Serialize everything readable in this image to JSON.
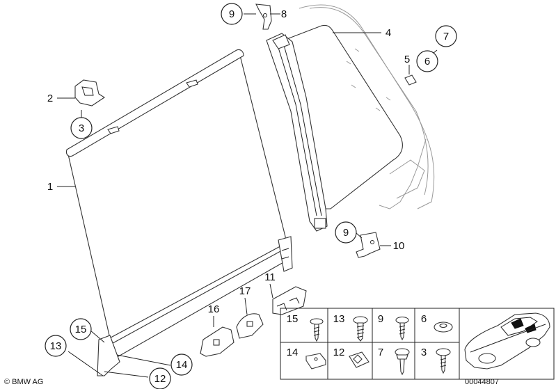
{
  "callouts": {
    "p1": "1",
    "p2": "2",
    "p3": "3",
    "p4": "4",
    "p5": "5",
    "p6": "6",
    "p7": "7",
    "p8": "8",
    "p9a": "9",
    "p9b": "9",
    "p10": "10",
    "p11": "11",
    "p12": "12",
    "p13": "13",
    "p14": "14",
    "p15": "15",
    "p16": "16",
    "p17": "17"
  },
  "parts_table": {
    "top_row": [
      "15",
      "13",
      "9",
      "6"
    ],
    "bottom_row": [
      "14",
      "12",
      "7",
      "3"
    ]
  },
  "footer": {
    "copyright": "© BMW AG",
    "diagram_number": "00044807"
  }
}
